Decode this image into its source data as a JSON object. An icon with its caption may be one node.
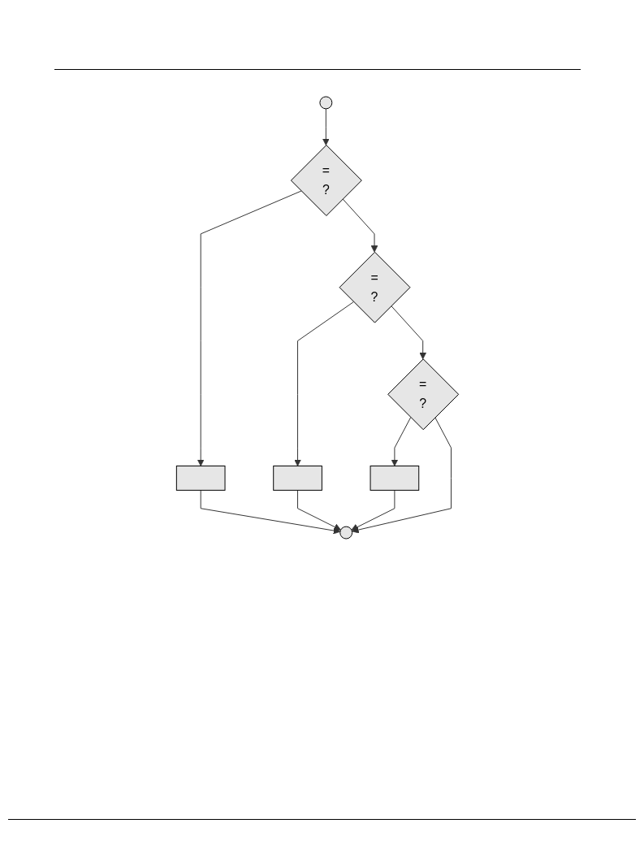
{
  "diagram": {
    "nodes": [
      {
        "text": [],
        "shape": "circle"
      },
      {
        "text": [
          "=",
          "?"
        ]
      },
      {
        "text": [],
        "shape": "box"
      },
      {
        "text": [
          "=",
          "?"
        ]
      },
      {
        "text": [],
        "shape": "box"
      },
      {
        "text": [
          "=",
          "?"
        ]
      },
      {
        "text": [],
        "shape": "box"
      },
      {
        "text": [],
        "shape": "circle"
      }
    ],
    "edges": [
      {
        "from": 0,
        "to": 1,
        "arrow": "to"
      },
      {
        "from": 1,
        "to": 2,
        "arrow": "to"
      },
      {
        "from": 1,
        "to": 3,
        "arrow": "to"
      },
      {
        "from": 3,
        "to": 4,
        "arrow": "to"
      },
      {
        "from": 3,
        "to": 5,
        "arrow": "to"
      },
      {
        "from": 5,
        "to": 6,
        "arrow": "to"
      },
      {
        "from": 5,
        "to": 7,
        "arrow": "to"
      },
      {
        "from": 2,
        "to": 7,
        "arrow": "to"
      },
      {
        "from": 4,
        "to": 7,
        "arrow": "to"
      },
      {
        "from": 6,
        "to": 7,
        "arrow": "to"
      }
    ]
  }
}
